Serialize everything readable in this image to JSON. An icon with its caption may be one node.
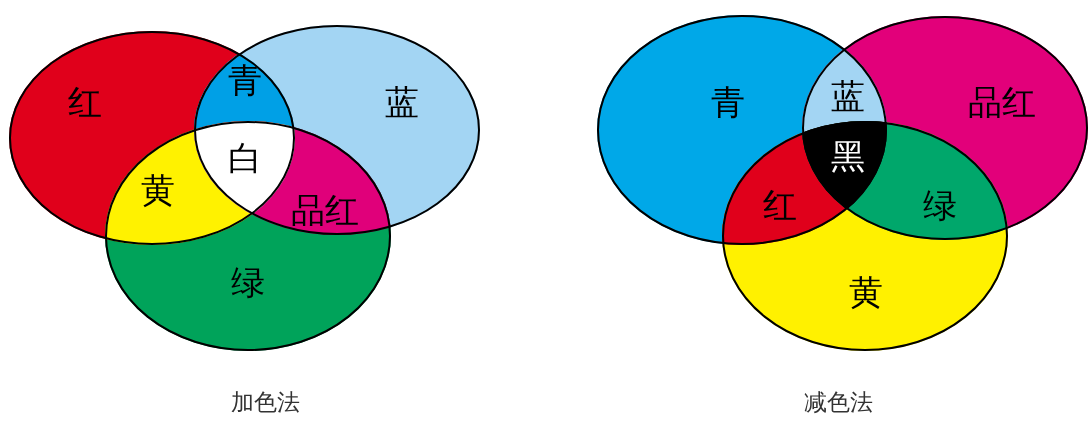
{
  "diagram": {
    "nodes": [
      {
        "text": [
          "红"
        ]
      },
      {
        "text": [
          "蓝"
        ]
      },
      {
        "text": [
          "绿"
        ]
      },
      {
        "text": [
          "青"
        ]
      },
      {
        "text": [
          "品红"
        ]
      },
      {
        "text": [
          "黄"
        ]
      }
    ],
    "labels": [
      "青",
      "白",
      "黄",
      "品红",
      "蓝",
      "黑",
      "红",
      "绿",
      "加色法",
      "减色法"
    ]
  }
}
